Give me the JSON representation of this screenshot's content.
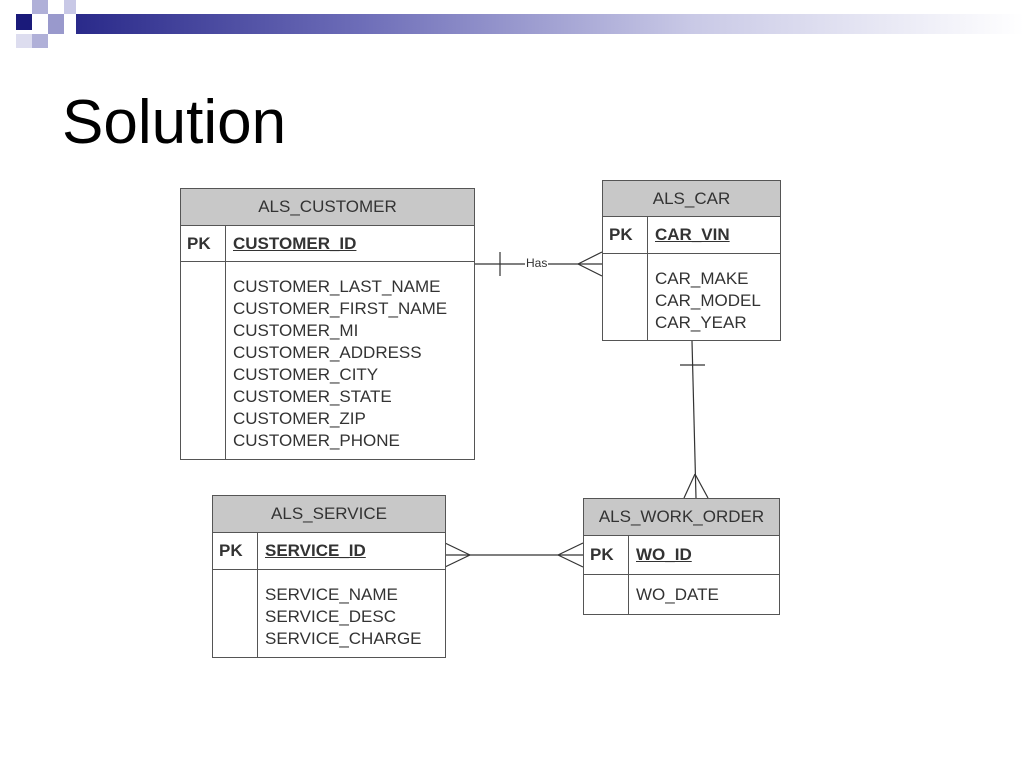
{
  "slide": {
    "title": "Solution",
    "accent_dark": "#1a1a7a",
    "accent_light": "#9999cc"
  },
  "entities": {
    "customer": {
      "name": "ALS_CUSTOMER",
      "pk_label": "PK",
      "pk_field": "CUSTOMER_ID",
      "attributes": [
        "CUSTOMER_LAST_NAME",
        "CUSTOMER_FIRST_NAME",
        "CUSTOMER_MI",
        "CUSTOMER_ADDRESS",
        "CUSTOMER_CITY",
        "CUSTOMER_STATE",
        "CUSTOMER_ZIP",
        "CUSTOMER_PHONE"
      ]
    },
    "car": {
      "name": "ALS_CAR",
      "pk_label": "PK",
      "pk_field": "CAR_VIN",
      "attributes": [
        "CAR_MAKE",
        "CAR_MODEL",
        "CAR_YEAR"
      ]
    },
    "service": {
      "name": "ALS_SERVICE",
      "pk_label": "PK",
      "pk_field": "SERVICE_ID",
      "attributes": [
        "SERVICE_NAME",
        "SERVICE_DESC",
        "SERVICE_CHARGE"
      ]
    },
    "work_order": {
      "name": "ALS_WORK_ORDER",
      "pk_label": "PK",
      "pk_field": "WO_ID",
      "attributes": [
        "WO_DATE"
      ]
    }
  },
  "relationships": {
    "customer_car_label": "Has"
  }
}
